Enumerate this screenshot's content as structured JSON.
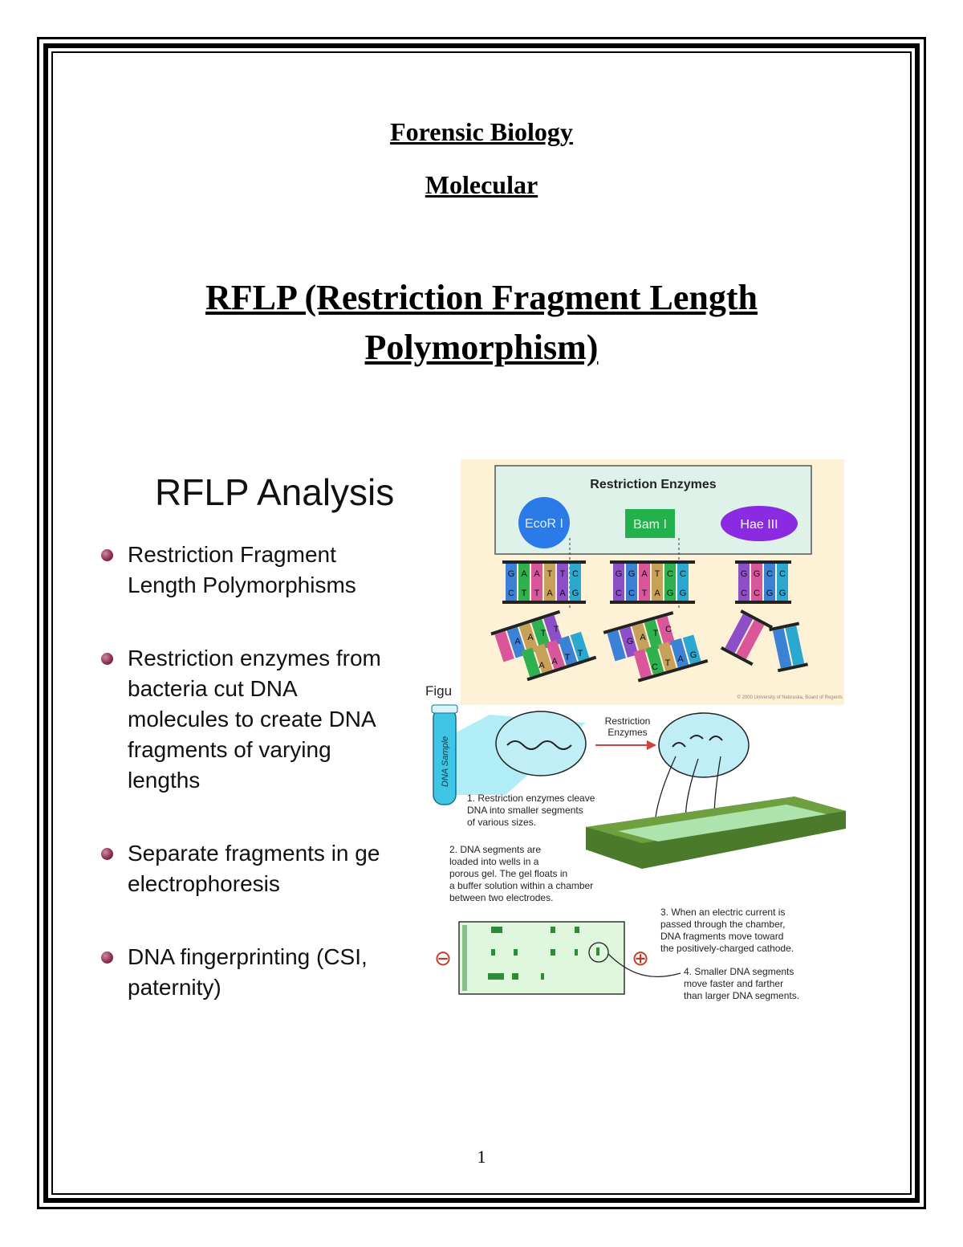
{
  "header": {
    "subject": "Forensic Biology",
    "topic": "Molecular"
  },
  "title": {
    "line1": "RFLP (Restriction Fragment Length",
    "line2": "Polymorphism)"
  },
  "slide": {
    "title": "RFLP Analysis",
    "bullets": [
      {
        "line1": "Restriction Fragment",
        "line2": "Length Polymorphisms"
      },
      {
        "line1": "Restriction enzymes from",
        "line2": "bacteria cut DNA",
        "line3": "molecules to create DNA",
        "line4": "fragments of varying",
        "line5": "lengths"
      },
      {
        "line1": "Separate fragments in ge",
        "line2": "electrophoresis"
      },
      {
        "line1": "DNA fingerprinting (CSI,",
        "line2": "paternity)"
      }
    ]
  },
  "figure": {
    "enzymes_panel": {
      "title": "Restriction Enzymes",
      "enzymes": [
        "EcoR I",
        "Bam I",
        "Hae III"
      ],
      "strand1_top": [
        "G",
        "A",
        "A",
        "T",
        "T",
        "C"
      ],
      "strand1_bottom": [
        "C",
        "T",
        "T",
        "A",
        "A",
        "G"
      ],
      "strand2_top": [
        "G",
        "G",
        "A",
        "T",
        "C",
        "C"
      ],
      "strand2_bottom": [
        "C",
        "C",
        "T",
        "A",
        "G",
        "G"
      ],
      "strand3_top": [
        "G",
        "G",
        "C",
        "C"
      ],
      "strand3_bottom": [
        "C",
        "C",
        "G",
        "G"
      ],
      "cut1_a": [
        "A",
        "A",
        "T",
        "T"
      ],
      "cut1_b": [
        "A",
        "A",
        "T",
        "T"
      ],
      "cut2_a": [
        "G",
        "A",
        "T",
        "C"
      ],
      "cut2_b": [
        "C",
        "T",
        "A",
        "G"
      ],
      "copyright": "© 2000 University of Nebraska, Board of Regents"
    },
    "caption_fragment": "Figu",
    "tube_label": "DNA Sample",
    "arrow_label_line1": "Restriction",
    "arrow_label_line2": "Enzymes",
    "step1": [
      "1. Restriction enzymes cleave",
      "DNA into smaller segments",
      "of various sizes."
    ],
    "step2": [
      "2. DNA segments are",
      "loaded into wells in a",
      "porous gel.  The gel floats in",
      "a buffer solution within a chamber",
      "between two electrodes."
    ],
    "step3": [
      "3. When an electric current is",
      "passed through the chamber,",
      "DNA fragments move toward",
      "the positively-charged cathode."
    ],
    "step4": [
      "4. Smaller DNA segments",
      "move faster and farther",
      "than larger DNA segments."
    ],
    "minus_sign": "⊖",
    "plus_sign": "⊕",
    "colors": {
      "panel_bg": "#fdf2d6",
      "ecor": "#2a7be8",
      "bam": "#22b14c",
      "hae": "#8a2be2",
      "gel": "#4a7a2a",
      "tube": "#3fc6e6"
    }
  },
  "page_number": "1"
}
